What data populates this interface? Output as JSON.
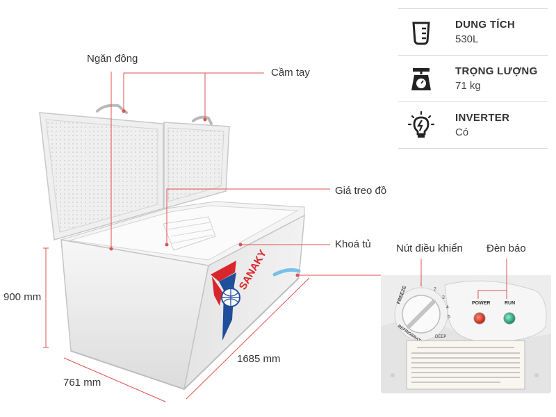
{
  "specs": [
    {
      "icon": "measuring-cup-icon",
      "title": "DUNG TÍCH",
      "value": "530L"
    },
    {
      "icon": "scale-icon",
      "title": "TRỌNG LƯỢNG",
      "value": "71 kg"
    },
    {
      "icon": "lightbulb-icon",
      "title": "INVERTER",
      "value": "Có"
    }
  ],
  "callouts": {
    "freezer": "Ngăn đông",
    "handle": "Cầm tay",
    "rack": "Giá treo đồ",
    "lock": "Khoá tủ",
    "control_knob": "Nút điều khiển",
    "indicator": "Đèn báo"
  },
  "dimensions": {
    "height": "900 mm",
    "depth": "761 mm",
    "width": "1685 mm"
  },
  "brand": "SANAKY",
  "panel": {
    "freeze": "FREEZE",
    "refrigerate_low": "REFRIGERATE LOW",
    "deep": "DEEP",
    "power": "POWER",
    "run": "RUN",
    "dial_numbers": [
      "1",
      "2",
      "3",
      "4",
      "5"
    ]
  },
  "colors": {
    "callout_line": "#e05050",
    "power_light": "#e8321e",
    "run_light": "#1fb585",
    "brand_blue": "#1f4e9a",
    "brand_red": "#d9262c"
  }
}
